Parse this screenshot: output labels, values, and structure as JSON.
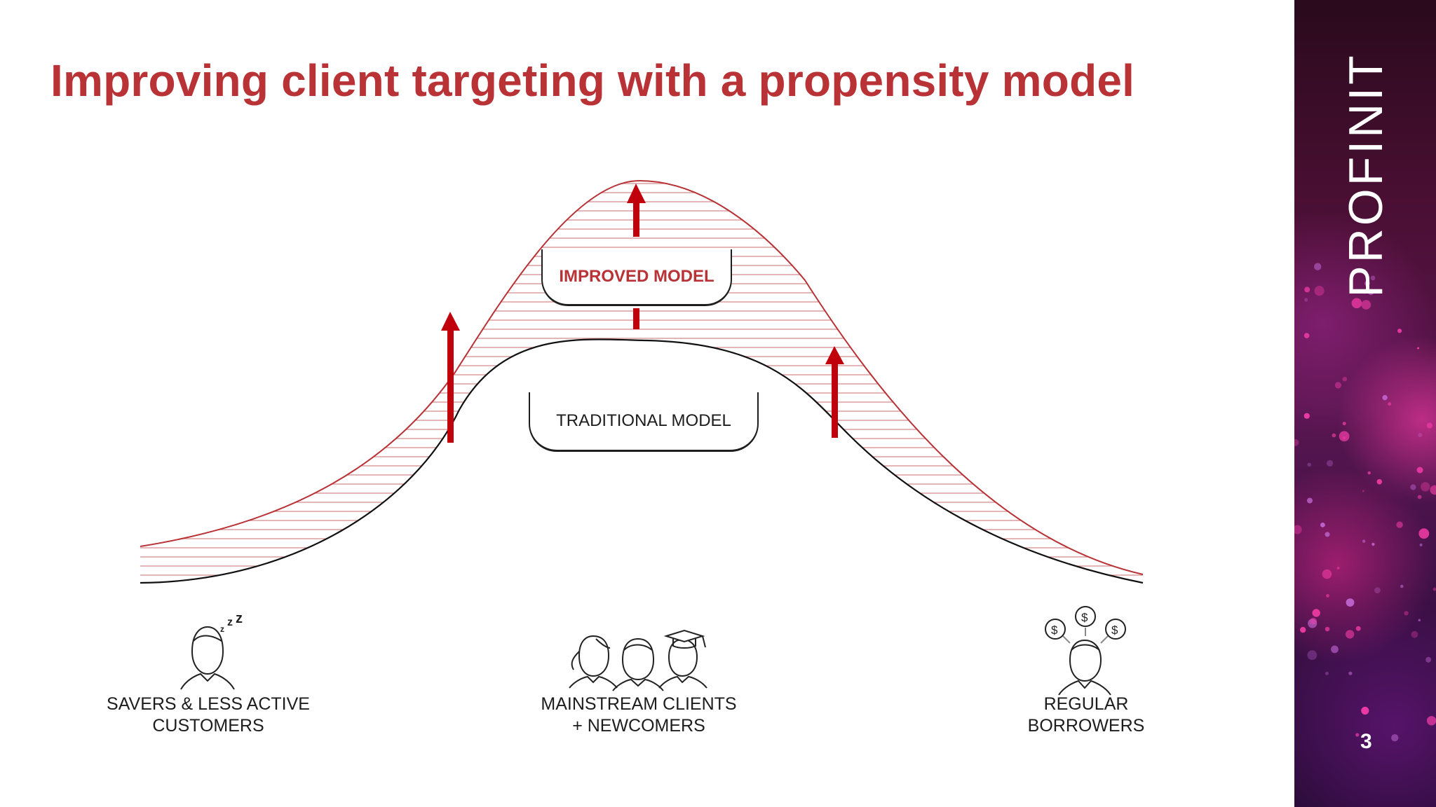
{
  "slide": {
    "title": "Improving client targeting with a propensity model",
    "page_number": "3"
  },
  "brand": {
    "name": "PROFINIT",
    "accent_color": "#b83236",
    "arrow_color": "#c0000a"
  },
  "diagram": {
    "improved_label": "IMPROVED MODEL",
    "traditional_label": "TRADITIONAL MODEL",
    "segments": [
      {
        "label": "SAVERS & LESS ACTIVE\nCUSTOMERS",
        "icon": "sleeping-person-icon"
      },
      {
        "label": "MAINSTREAM CLIENTS\n+ NEWCOMERS",
        "icon": "group-of-people-icon"
      },
      {
        "label": "REGULAR\nBORROWERS",
        "icon": "person-with-money-icon"
      }
    ]
  }
}
